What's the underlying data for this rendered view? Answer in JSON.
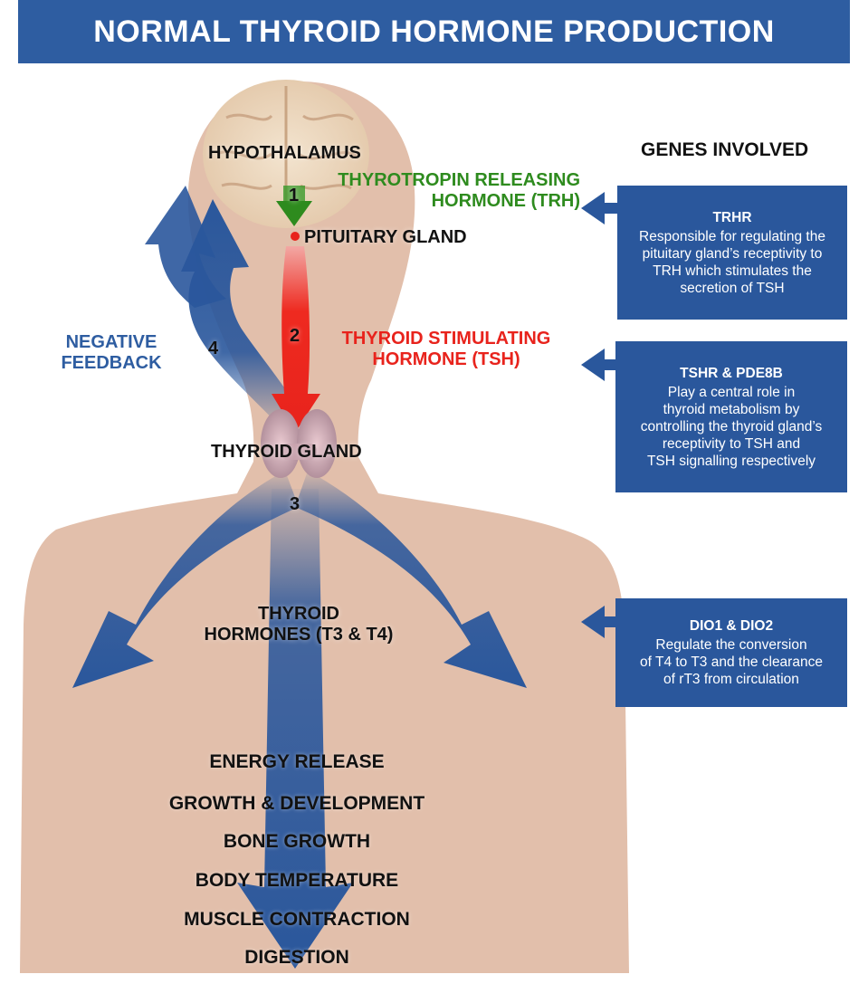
{
  "title": "NORMAL THYROID HORMONE PRODUCTION",
  "genes_heading": "GENES INVOLVED",
  "labels": {
    "hypothalamus": "HYPOTHALAMUS",
    "trh_line1": "THYROTROPIN RELEASING",
    "trh_line2": "HORMONE (TRH)",
    "pituitary": "PITUITARY GLAND",
    "tsh_line1": "THYROID STIMULATING",
    "tsh_line2": "HORMONE (TSH)",
    "feedback_line1": "NEGATIVE",
    "feedback_line2": "FEEDBACK",
    "thyroid_gland": "THYROID GLAND",
    "hormones_line1": "THYROID",
    "hormones_line2": "HORMONES (T3 & T4)"
  },
  "steps": [
    "1",
    "2",
    "3",
    "4"
  ],
  "genes": [
    {
      "name": "TRHR",
      "description": "Responsible for regulating the\npituitary gland’s receptivity to\nTRH which stimulates the\nsecretion of TSH"
    },
    {
      "name": "TSHR & PDE8B",
      "description": "Play a central role in\nthyroid metabolism by\ncontrolling the thyroid gland’s\nreceptivity to TSH and\nTSH signalling respectively"
    },
    {
      "name": "DIO1 & DIO2",
      "description": "Regulate the conversion\nof T4 to T3 and the clearance\nof rT3 from circulation"
    }
  ],
  "effects": [
    "ENERGY RELEASE",
    "GROWTH & DEVELOPMENT",
    "BONE GROWTH",
    "BODY TEMPERATURE",
    "MUSCLE CONTRACTION",
    "DIGESTION"
  ],
  "colors": {
    "banner": "#2e5da1",
    "skin": "#e2bfab",
    "arrow_blue": "#2a579c",
    "trh_green": "#2e8b1e",
    "tsh_red": "#e8231c"
  }
}
